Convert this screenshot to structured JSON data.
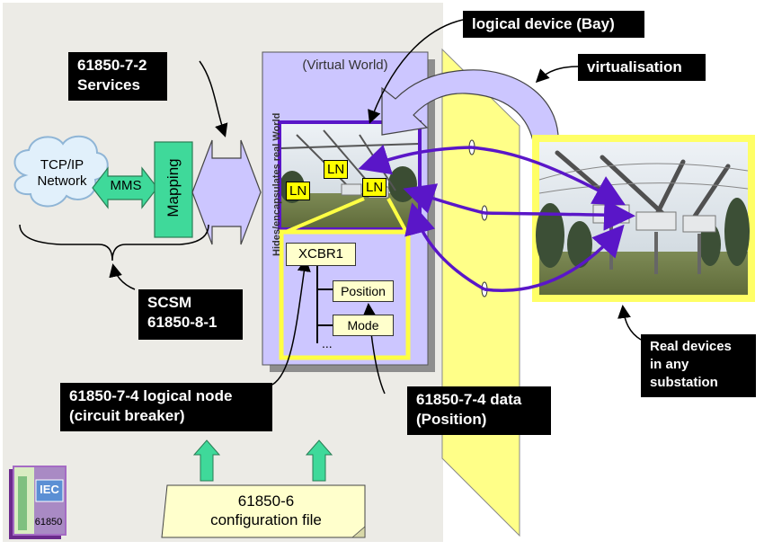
{
  "labels": {
    "logical_device": "logical device (Bay)",
    "virtualisation": "virtualisation",
    "services": "61850-7-2\nServices",
    "scsm": "SCSM\n61850-8-1",
    "real_devices": "Real devices\nin any\nsubstation",
    "logical_node": "61850-7-4 logical node\n(circuit breaker)",
    "data": "61850-7-4 data\n(Position)"
  },
  "virtual_world": {
    "title": "(Virtual World)",
    "side_text": "Hides/encapsulates real World",
    "ln_labels": [
      "LN",
      "LN",
      "LN"
    ],
    "xcbr": "XCBR1",
    "position": "Position",
    "mode": "Mode",
    "more": "..."
  },
  "network": {
    "cloud": "TCP/IP\nNetwork",
    "mms": "MMS",
    "mapping": "Mapping"
  },
  "config_file": "61850-6\nconfiguration file",
  "book": {
    "top": "IEC",
    "bottom": "61850"
  },
  "colors": {
    "panel_bg": "#ecebe6",
    "lavender": "#ccc6ff",
    "purple": "#5a16c8",
    "yellow": "#ffff66",
    "green": "#3fd99a",
    "note": "#ffffcc"
  }
}
